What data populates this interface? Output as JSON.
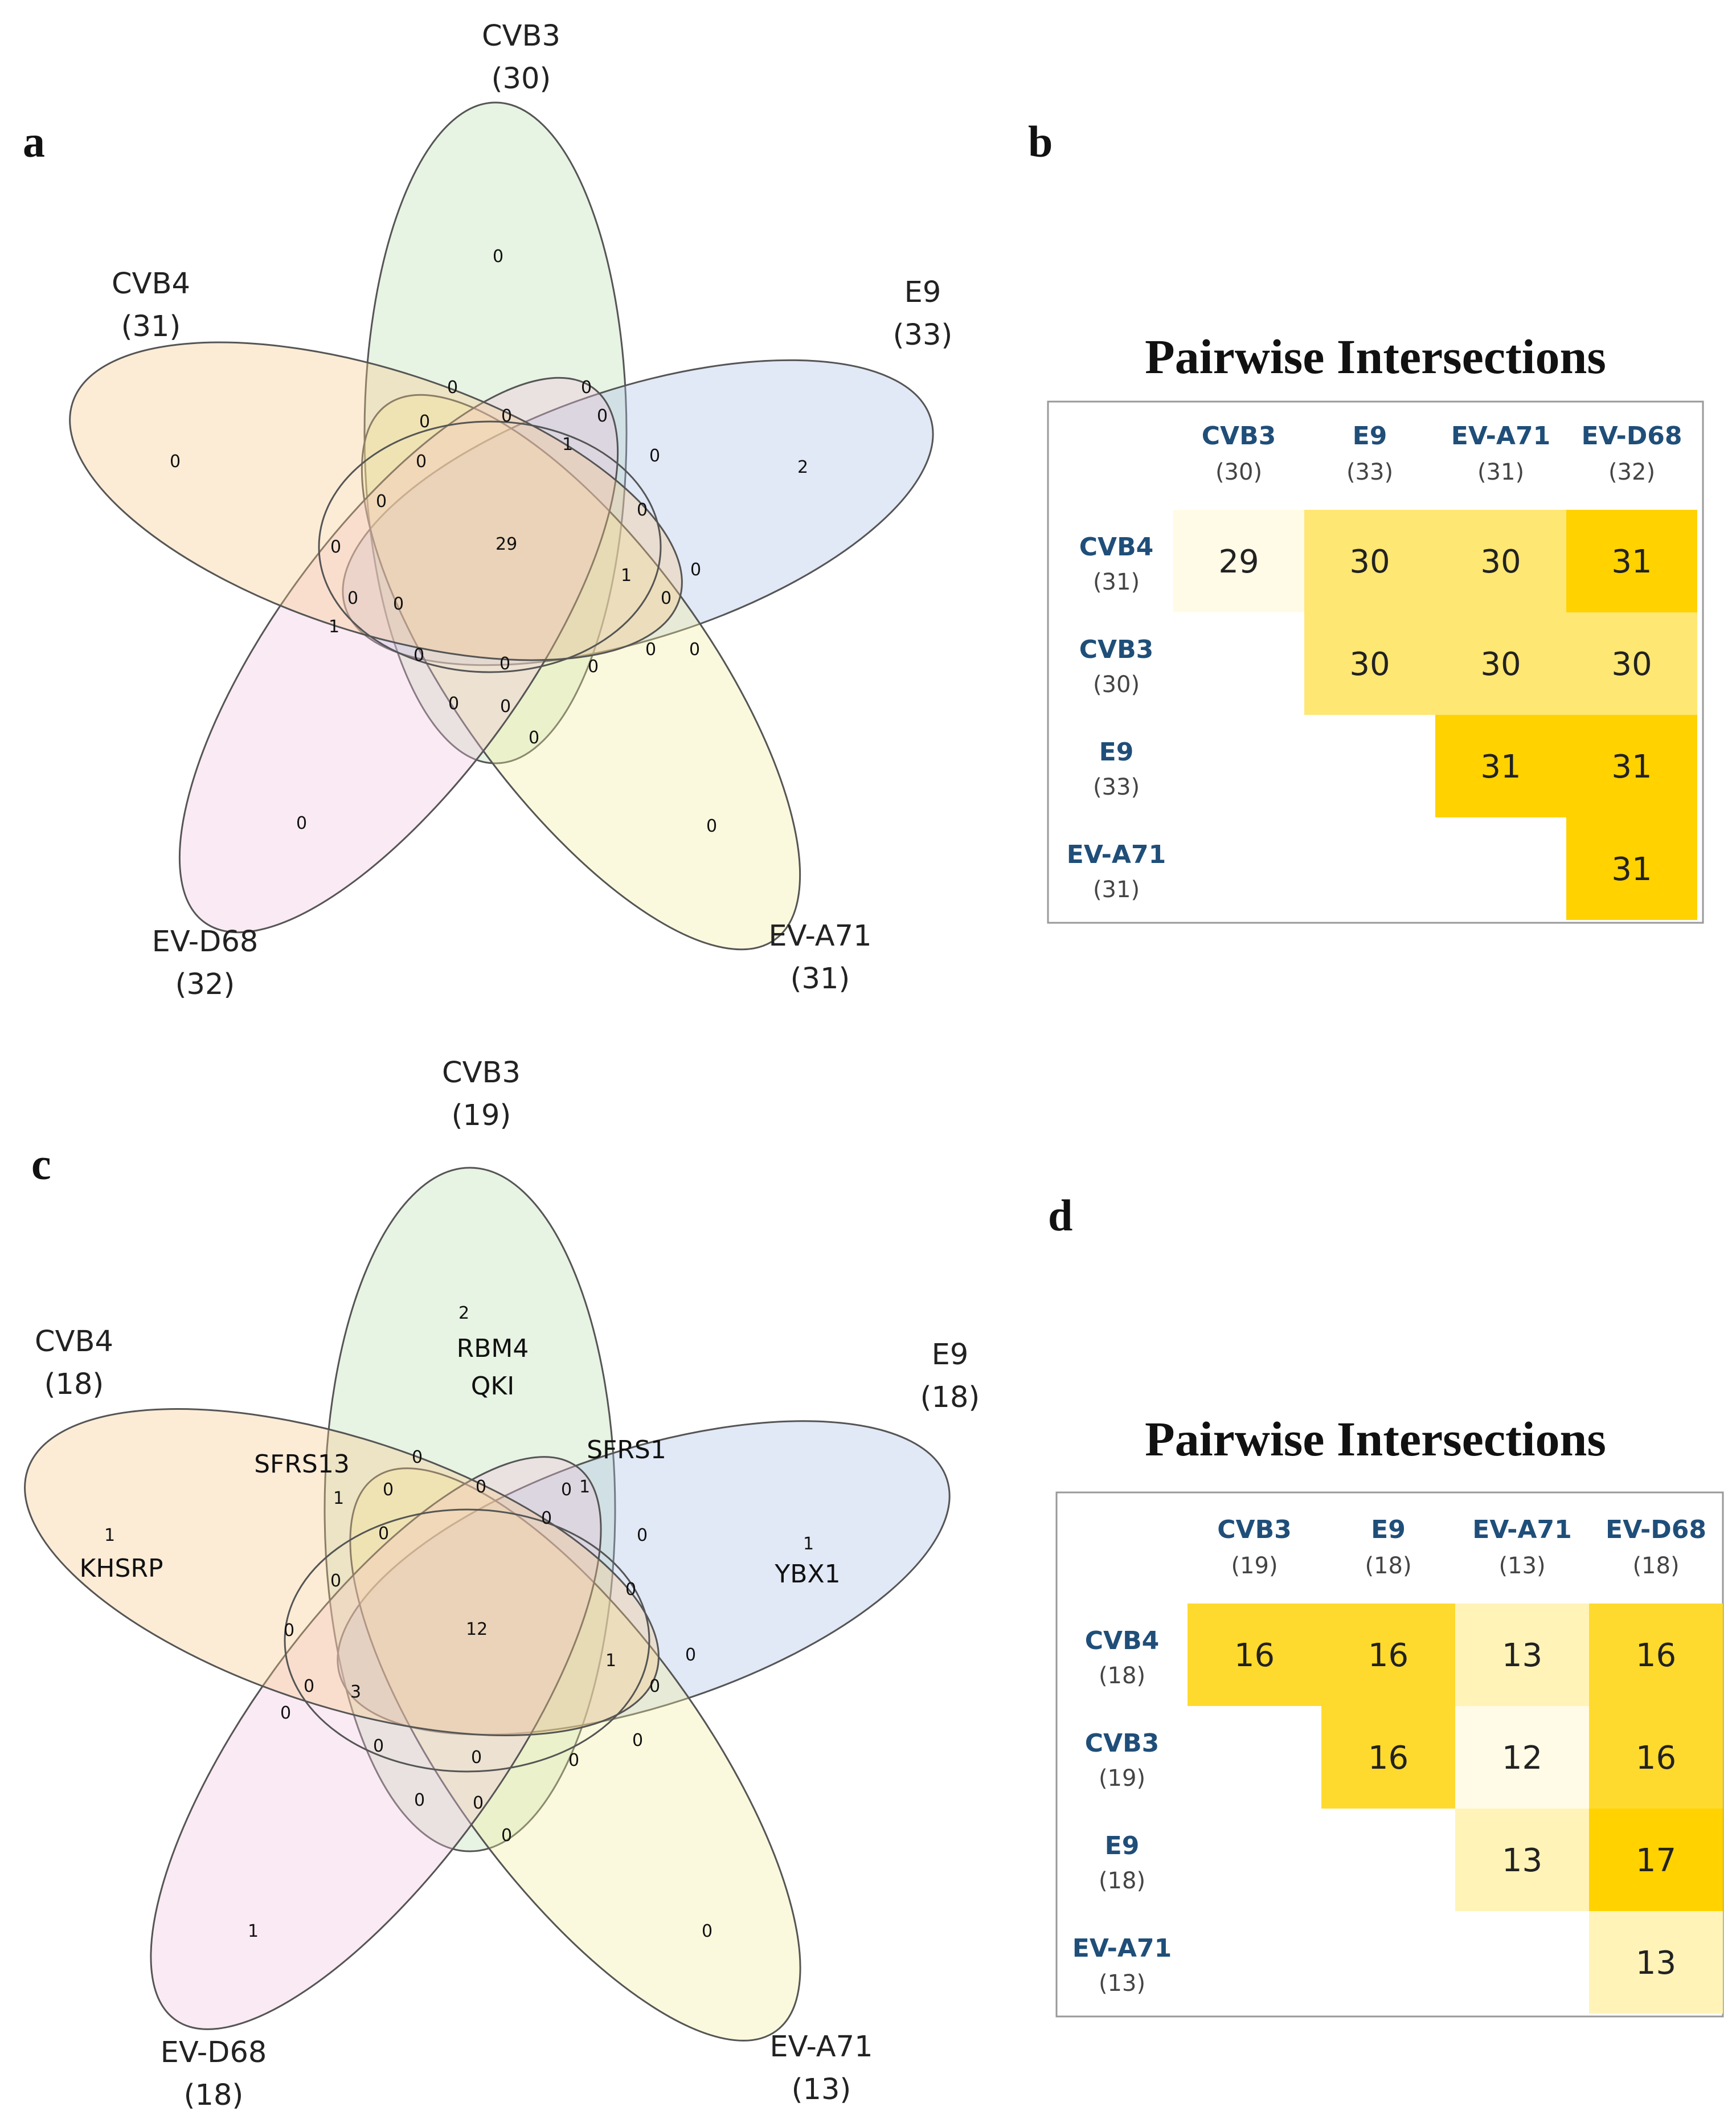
{
  "sets": [
    "CVB4",
    "CVB3",
    "E9",
    "EV-A71",
    "EV-D68"
  ],
  "colors": {
    "CVB4": "#f5c98a",
    "CVB3": "#b9dcae",
    "E9": "#a9bee6",
    "EV-A71": "#f4ef9e",
    "EV-D68": "#f0c2dc",
    "set_outline": "#555555",
    "heat_low": "#fffbe6",
    "heat_high": "#ffd200"
  },
  "panels": [
    {
      "id": "a",
      "letter": "a",
      "set_labels": [
        {
          "name": "CVB3",
          "count": "(30)"
        },
        {
          "name": "E9",
          "count": "(33)"
        },
        {
          "name": "EV-A71",
          "count": "(31)"
        },
        {
          "name": "EV-D68",
          "count": "(32)"
        },
        {
          "name": "CVB4",
          "count": "(31)"
        }
      ],
      "region_counts": [
        "0",
        "2",
        "0",
        "0",
        "0",
        "0",
        "0",
        "1",
        "0",
        "0",
        "0",
        "0",
        "0",
        "0",
        "29",
        "0",
        "0",
        "1",
        "0",
        "0",
        "0",
        "0",
        "0",
        "1",
        "0",
        "0",
        "0",
        "0",
        "0",
        "0",
        "0"
      ],
      "genes": []
    },
    {
      "id": "c",
      "letter": "c",
      "set_labels": [
        {
          "name": "CVB3",
          "count": "(19)"
        },
        {
          "name": "E9",
          "count": "(18)"
        },
        {
          "name": "EV-A71",
          "count": "(13)"
        },
        {
          "name": "EV-D68",
          "count": "(18)"
        },
        {
          "name": "CVB4",
          "count": "(18)"
        }
      ],
      "region_counts": [
        "2",
        "1",
        "0",
        "1",
        "1",
        "1",
        "0",
        "1",
        "0",
        "0",
        "0",
        "0",
        "0",
        "0",
        "12",
        "0",
        "0",
        "1",
        "0",
        "0",
        "0",
        "0",
        "0",
        "3",
        "0",
        "0",
        "0",
        "0",
        "0",
        "0",
        "0"
      ],
      "genes": [
        "RBM4",
        "QKI",
        "SFRS1",
        "YBX1",
        "KHSRP",
        "SFRS13"
      ]
    }
  ],
  "heatmaps": [
    {
      "id": "b",
      "letter": "b",
      "title": "Pairwise Intersections",
      "columns": [
        {
          "name": "CVB3",
          "count": "(30)"
        },
        {
          "name": "E9",
          "count": "(33)"
        },
        {
          "name": "EV-A71",
          "count": "(31)"
        },
        {
          "name": "EV-D68",
          "count": "(32)"
        }
      ],
      "rows": [
        {
          "name": "CVB4",
          "count": "(31)"
        },
        {
          "name": "CVB3",
          "count": "(30)"
        },
        {
          "name": "E9",
          "count": "(33)"
        },
        {
          "name": "EV-A71",
          "count": "(31)"
        }
      ],
      "values": [
        [
          29,
          30,
          30,
          31
        ],
        [
          null,
          30,
          30,
          30
        ],
        [
          null,
          null,
          31,
          31
        ],
        [
          null,
          null,
          null,
          31
        ]
      ],
      "range": [
        29,
        31
      ]
    },
    {
      "id": "d",
      "letter": "d",
      "title": "Pairwise Intersections",
      "columns": [
        {
          "name": "CVB3",
          "count": "(19)"
        },
        {
          "name": "E9",
          "count": "(18)"
        },
        {
          "name": "EV-A71",
          "count": "(13)"
        },
        {
          "name": "EV-D68",
          "count": "(18)"
        }
      ],
      "rows": [
        {
          "name": "CVB4",
          "count": "(18)"
        },
        {
          "name": "CVB3",
          "count": "(19)"
        },
        {
          "name": "E9",
          "count": "(18)"
        },
        {
          "name": "EV-A71",
          "count": "(13)"
        }
      ],
      "values": [
        [
          16,
          16,
          13,
          16
        ],
        [
          null,
          16,
          12,
          16
        ],
        [
          null,
          null,
          13,
          17
        ],
        [
          null,
          null,
          null,
          13
        ]
      ],
      "range": [
        12,
        17
      ]
    }
  ]
}
